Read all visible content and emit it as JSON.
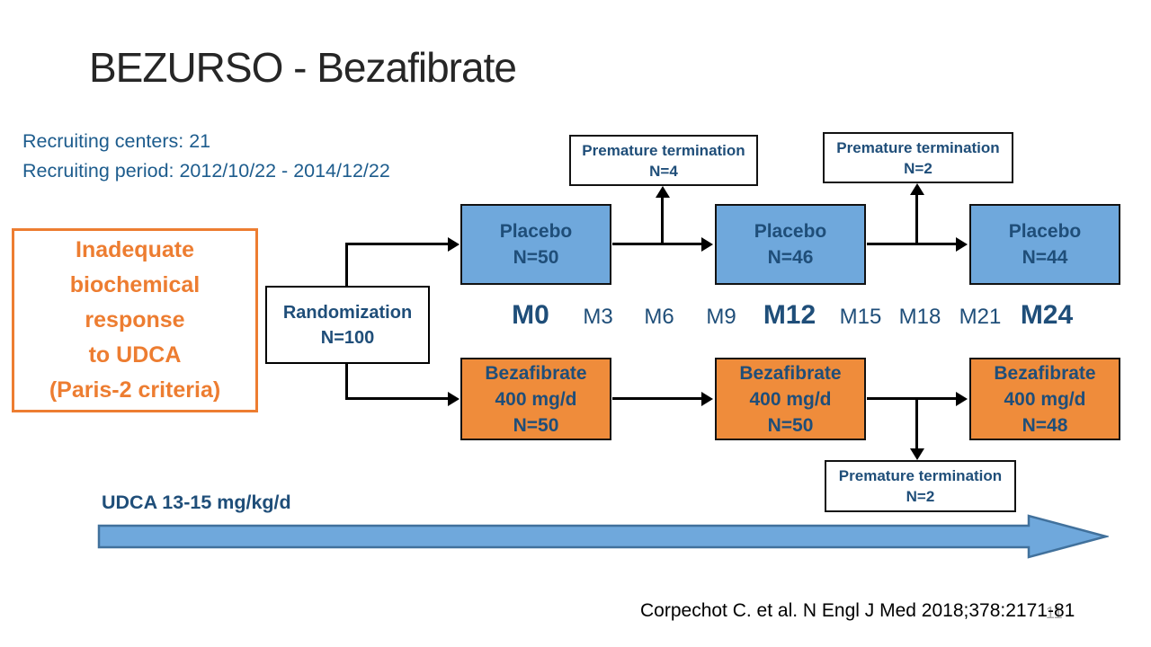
{
  "slide": {
    "title": "BEZURSO - Bezafibrate",
    "recruiting": {
      "line1": "Recruiting centers: 21",
      "line2": "Recruiting period: 2012/10/22 - 2014/12/22"
    },
    "criteria_box": {
      "lines": [
        "Inadequate",
        "biochemical",
        "response",
        "to UDCA",
        "(Paris-2 criteria)"
      ]
    },
    "randomization_box": {
      "line1": "Randomization",
      "line2": "N=100"
    },
    "placebo_arm": [
      {
        "name": "Placebo",
        "n": "N=50"
      },
      {
        "name": "Placebo",
        "n": "N=46"
      },
      {
        "name": "Placebo",
        "n": "N=44"
      }
    ],
    "bezafibrate_arm": [
      {
        "name": "Bezafibrate",
        "dose": "400 mg/d",
        "n": "N=50"
      },
      {
        "name": "Bezafibrate",
        "dose": "400 mg/d",
        "n": "N=50"
      },
      {
        "name": "Bezafibrate",
        "dose": "400 mg/d",
        "n": "N=48"
      }
    ],
    "terminations": {
      "placebo_1": {
        "label": "Premature termination",
        "n": "N=4"
      },
      "placebo_2": {
        "label": "Premature termination",
        "n": "N=2"
      },
      "bezafibrate": {
        "label": "Premature termination",
        "n": "N=2"
      }
    },
    "timeline": [
      "M0",
      "M3",
      "M6",
      "M9",
      "M12",
      "M15",
      "M18",
      "M21",
      "M24"
    ],
    "udca_label": "UDCA 13-15 mg/kg/d",
    "citation": "Corpechot C. et al. N Engl J Med 2018;378:2171-81",
    "page_number": "11",
    "colors": {
      "blue_box_fill": "#6FA8DC",
      "orange_box_fill": "#EF8C3B",
      "dark_blue_text": "#1F4E79",
      "recruiting_text": "#1D5C8D",
      "orange_accent": "#ED7D31",
      "big_arrow_fill": "#6FA8DC",
      "big_arrow_border": "#41719C",
      "title_text": "#262626",
      "page_number": "#A6A6A6"
    }
  }
}
